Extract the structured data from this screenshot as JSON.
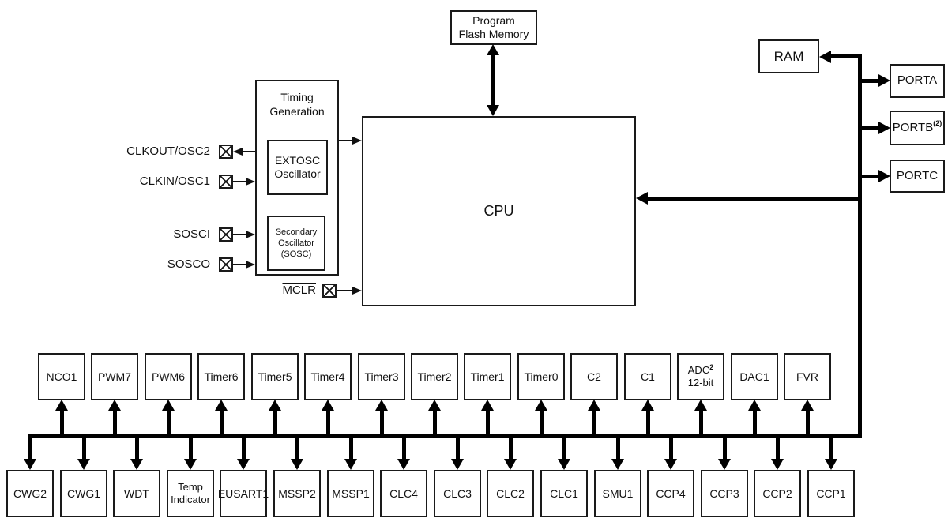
{
  "colors": {
    "background": "#ffffff",
    "line": "#000000",
    "border": "#1a1a1a",
    "text": "#111111"
  },
  "blocks": {
    "program_flash_memory": "Program\nFlash Memory",
    "timing_generation": "Timing Generation",
    "extosc_oscillator": "EXTOSC Oscillator",
    "secondary_oscillator": "Secondary Oscillator (SOSC)",
    "cpu": "CPU",
    "ram": "RAM"
  },
  "ports": [
    {
      "label": "PORTA",
      "sup": ""
    },
    {
      "label": "PORTB",
      "sup": "(2)"
    },
    {
      "label": "PORTC",
      "sup": ""
    }
  ],
  "pins": [
    {
      "label": "CLKOUT/OSC2",
      "direction": "out"
    },
    {
      "label": "CLKIN/OSC1",
      "direction": "in"
    },
    {
      "label": "SOSCI",
      "direction": "in"
    },
    {
      "label": "SOSCO",
      "direction": "in"
    },
    {
      "label": "MCLR",
      "overline": true,
      "direction": "in"
    }
  ],
  "peripheral_rows": {
    "middle": [
      {
        "label": "NCO1"
      },
      {
        "label": "PWM7"
      },
      {
        "label": "PWM6"
      },
      {
        "label": "Timer6"
      },
      {
        "label": "Timer5"
      },
      {
        "label": "Timer4"
      },
      {
        "label": "Timer3"
      },
      {
        "label": "Timer2"
      },
      {
        "label": "Timer1"
      },
      {
        "label": "Timer0"
      },
      {
        "label": "C2"
      },
      {
        "label": "C1"
      },
      {
        "label": "ADC",
        "sup": "2",
        "label2": "12-bit"
      },
      {
        "label": "DAC1"
      },
      {
        "label": "FVR"
      }
    ],
    "bottom": [
      {
        "label": "CWG2"
      },
      {
        "label": "CWG1"
      },
      {
        "label": "WDT"
      },
      {
        "label": "Temp",
        "label2": "Indicator"
      },
      {
        "label": "EUSART1"
      },
      {
        "label": "MSSP2"
      },
      {
        "label": "MSSP1"
      },
      {
        "label": "CLC4"
      },
      {
        "label": "CLC3"
      },
      {
        "label": "CLC2"
      },
      {
        "label": "CLC1"
      },
      {
        "label": "SMU1"
      },
      {
        "label": "CCP4"
      },
      {
        "label": "CCP3"
      },
      {
        "label": "CCP2"
      },
      {
        "label": "CCP1"
      }
    ]
  }
}
